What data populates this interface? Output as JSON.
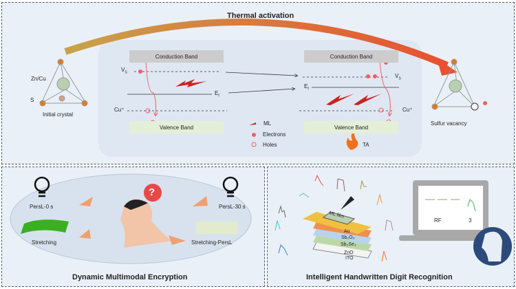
{
  "top": {
    "title": "Thermal activation",
    "left_crystal": {
      "label": "Initial crystal",
      "atom_label_1": "Zn/Cu",
      "atom_label_2": "S"
    },
    "right_crystal": {
      "label": "Sulfur vacancy"
    },
    "left_diagram": {
      "conduction": "Conduction Band",
      "valence": "Valence Band",
      "vs": "V",
      "vs_sub": "S",
      "ef": "E",
      "ef_sub": "f",
      "cu": "Cu⁺"
    },
    "right_diagram": {
      "conduction": "Conduction Band",
      "valence": "Valence Band",
      "vs": "V",
      "vs_sub": "S",
      "ef": "E",
      "ef_sub": "f",
      "cu": "Cu⁺"
    },
    "legend": {
      "ml": "ML",
      "electrons": "Electrons",
      "holes": "Holes",
      "ta": "TA"
    }
  },
  "bottom_left": {
    "title": "Dynamic Multimodal Encryption",
    "labels": {
      "persl0": "PersL-0 s",
      "persl30": "PersL-30 s",
      "stretching": "Stretching",
      "stretching_persl": "Stretching-PersL"
    },
    "question_mark": "?"
  },
  "bottom_right": {
    "title": "Intelligent Handwritten Digit Recognition",
    "layers": [
      "ML film",
      "Au",
      "Sb₂O₃",
      "Sb₂Se₃",
      "ZnO",
      "ITO"
    ],
    "screen": {
      "model": "RF",
      "result": "3"
    }
  },
  "colors": {
    "electron": "#f06060",
    "ml": "#d02020",
    "arrow": "#e8a040",
    "conduction": "#cccccc",
    "valence": "#e4efd8"
  }
}
